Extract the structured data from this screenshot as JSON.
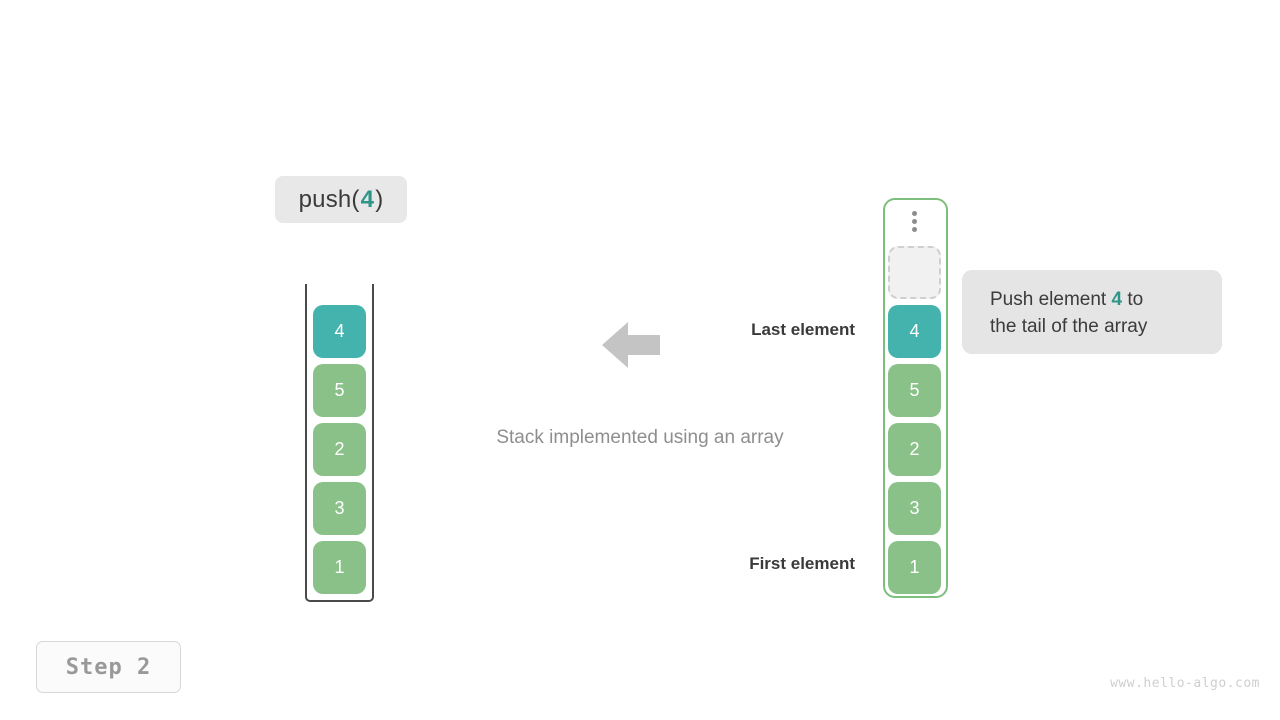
{
  "operation": {
    "prefix": "push(",
    "argument": "4",
    "suffix": ")"
  },
  "stack": {
    "caption": "Stack implemented using an array",
    "items": [
      {
        "value": "4",
        "style": "teal"
      },
      {
        "value": "5",
        "style": "green"
      },
      {
        "value": "2",
        "style": "green"
      },
      {
        "value": "3",
        "style": "green"
      },
      {
        "value": "1",
        "style": "green"
      }
    ]
  },
  "array": {
    "ellipsis_icon": "vertical-ellipsis-icon",
    "empty_slot": {
      "value": "",
      "style": "empty"
    },
    "items": [
      {
        "value": "4",
        "style": "teal"
      },
      {
        "value": "5",
        "style": "green"
      },
      {
        "value": "2",
        "style": "green"
      },
      {
        "value": "3",
        "style": "green"
      },
      {
        "value": "1",
        "style": "green"
      }
    ]
  },
  "annotations": {
    "last_element": "Last element",
    "first_element": "First element",
    "arrow_icon": "left-arrow-icon"
  },
  "tooltip": {
    "line1_prefix": "Push element ",
    "line1_accent": "4",
    "line1_suffix": " to",
    "line2": "the tail of the array"
  },
  "footer": {
    "step_label": "Step 2",
    "watermark": "www.hello-algo.com"
  },
  "colors": {
    "teal": "#45b3ad",
    "green": "#89c189",
    "accent_text": "#2e9688",
    "array_border": "#7cbf7c",
    "stack_border": "#4a4a4a",
    "chip_bg": "#e8e8e8",
    "arrow": "#c4c4c4"
  }
}
